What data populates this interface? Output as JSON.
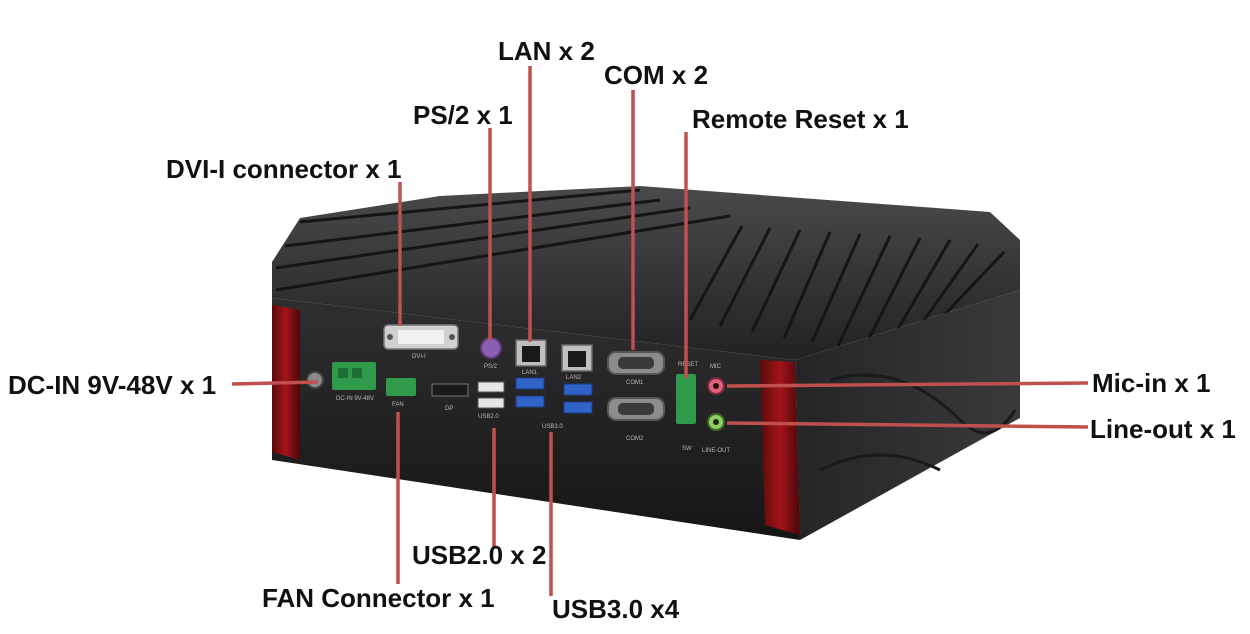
{
  "callouts": {
    "lan": "LAN x 2",
    "com": "COM x 2",
    "ps2": "PS/2 x 1",
    "remote_reset": "Remote Reset x 1",
    "dvi": "DVI-I connector x 1",
    "dc_in": "DC-IN 9V-48V x 1",
    "mic_in": "Mic-in x 1",
    "line_out": "Line-out x 1",
    "usb20": "USB2.0 x 2",
    "fan": "FAN Connector x 1",
    "usb30": "USB3.0 x4"
  },
  "panel_labels": {
    "dc_in": "DC-IN 9V-48V",
    "dvi": "DVI-I",
    "ps2": "PS/2",
    "lan1": "LAN1",
    "lan2": "LAN2",
    "com1": "COM1",
    "com2": "COM2",
    "reset": "RESET",
    "mic": "MIC",
    "line_out": "LINE-OUT",
    "sw": "SW",
    "fan": "FAN",
    "dp": "DP",
    "usb20": "USB2.0",
    "usb30": "USB3.0"
  },
  "colors": {
    "leader_line": "#c0504d",
    "chassis": "#2b2b2d",
    "red_accent": "#8a0f14",
    "terminal_green": "#2f9a4a",
    "usb3_blue": "#2f63c9",
    "mic_pink": "#e0607e",
    "line_out_green": "#8fce5f"
  }
}
